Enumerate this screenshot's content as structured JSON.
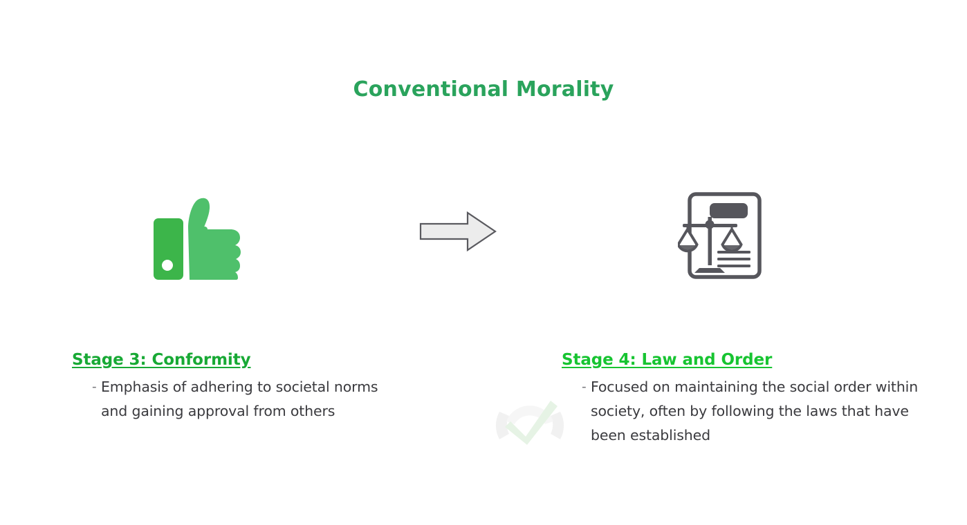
{
  "slide": {
    "title": "Conventional Morality",
    "background_color": "#ffffff",
    "title_color": "#2aa35c"
  },
  "icons": {
    "thumbs_up": {
      "name": "thumbs-up-icon",
      "hand_color": "#4fc06b",
      "cuff_color": "#3cb54a",
      "dot_color": "#ffffff"
    },
    "arrow": {
      "name": "right-arrow-icon",
      "fill_color": "#ececec",
      "stroke_color": "#5a5a5f"
    },
    "law_document": {
      "name": "law-document-scales-icon",
      "stroke_color": "#56565c",
      "header_bar_color": "#56565c"
    },
    "check_watermark": {
      "name": "checkmark-watermark-icon",
      "check_color": "#cfe9c8",
      "ring_color": "#e3e3e3"
    }
  },
  "columns": {
    "left": {
      "heading": "Stage 3: Conformity",
      "heading_color": "#18a935",
      "bullets": [
        {
          "marker": "-",
          "text": "Emphasis of adhering to societal norms and gaining approval from others"
        }
      ]
    },
    "right": {
      "heading": "Stage 4: Law and Order",
      "heading_color": "#17c431",
      "bullets": [
        {
          "marker": "-",
          "text": "Focused on maintaining the social order within society, often by following the laws that have been established"
        }
      ]
    }
  }
}
